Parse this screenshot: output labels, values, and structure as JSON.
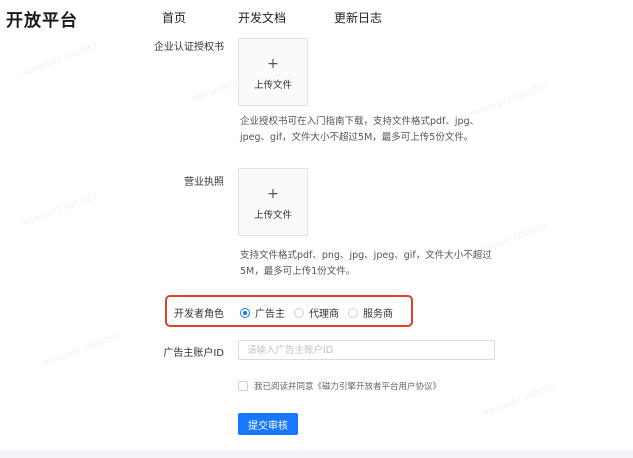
{
  "header": {
    "brand": "开放平台",
    "nav": [
      "首页",
      "开发文档",
      "更新日志"
    ]
  },
  "form": {
    "auth_letter": {
      "label": "企业认证授权书",
      "upload_plus": "+",
      "upload_text": "上传文件",
      "hint_line1": "企业授权书可在入门指南下载，支持文件格式pdf、jpg、",
      "hint_line2": "jpeg、gif，文件大小不超过5M，最多可上传5份文件。"
    },
    "business_license": {
      "label": "营业执照",
      "upload_plus": "+",
      "upload_text": "上传文件",
      "hint_line1": "支持文件格式pdf、png、jpg、jpeg、gif，文件大小不超过",
      "hint_line2": "5M，最多可上传1份文件。"
    },
    "role": {
      "label": "开发者角色",
      "options": [
        {
          "label": "广告主",
          "checked": true
        },
        {
          "label": "代理商",
          "checked": false
        },
        {
          "label": "服务商",
          "checked": false
        }
      ]
    },
    "account": {
      "label": "广告主账户ID",
      "placeholder": "请输入广告主账户ID",
      "value": ""
    },
    "agreement": {
      "text": "我已阅读并同意《磁力引擎开放者平台用户协议》",
      "checked": false
    },
    "submit_label": "提交审核"
  },
  "colors": {
    "accent": "#1677ff",
    "highlight_frame": "#e0402c"
  }
}
